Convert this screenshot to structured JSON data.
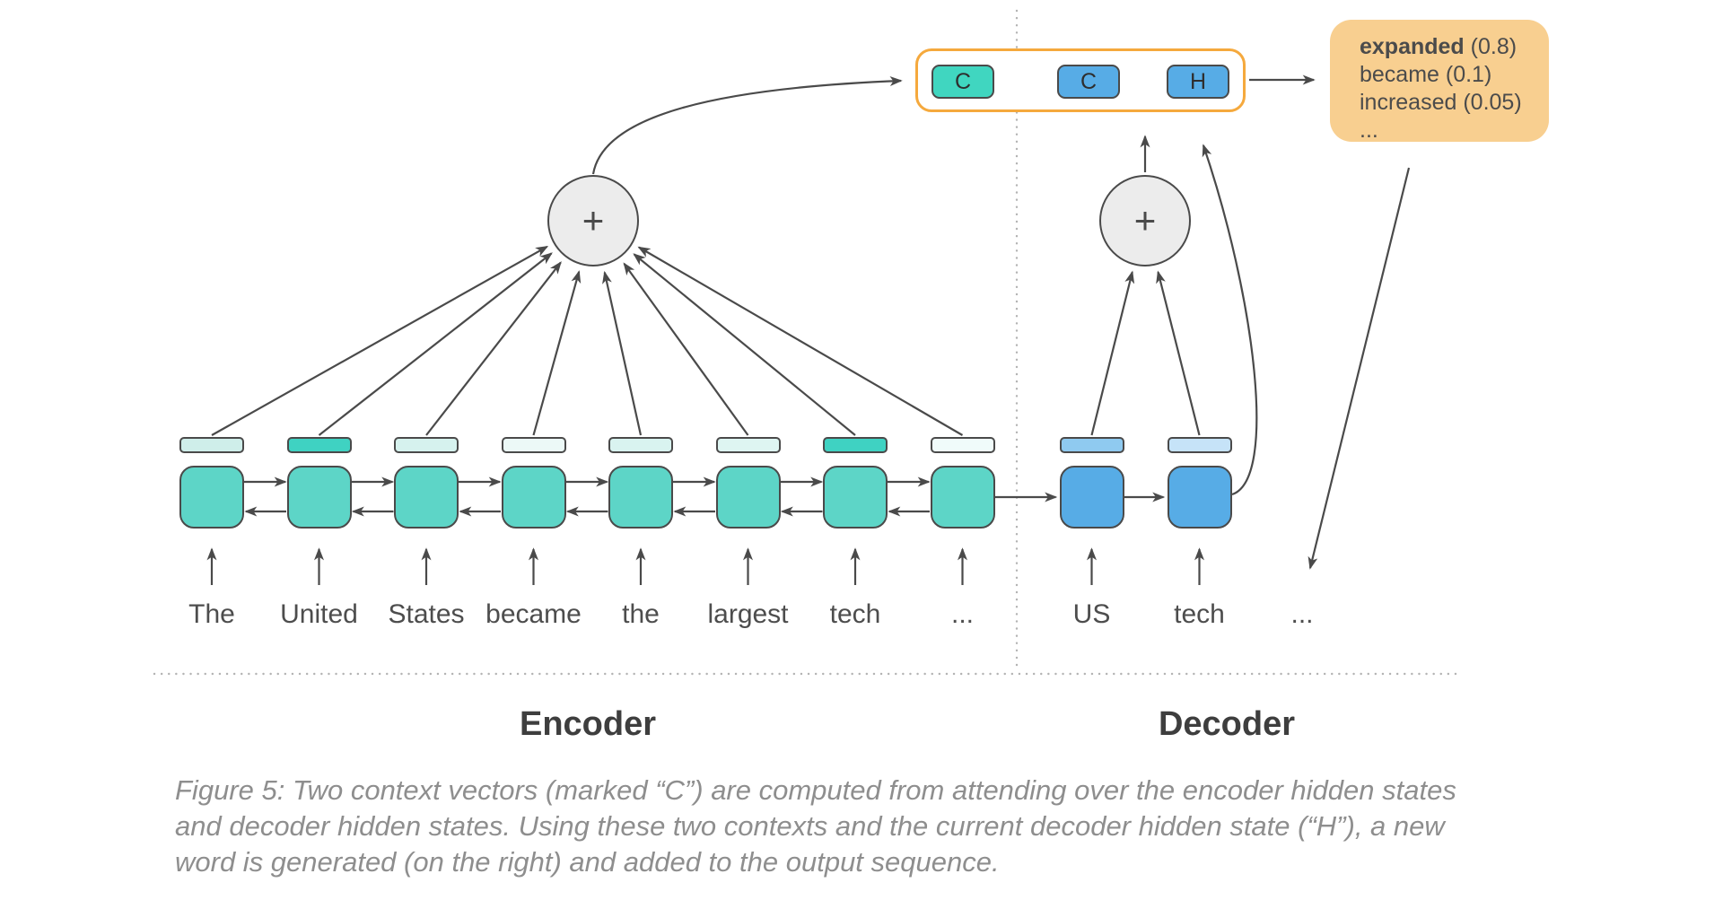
{
  "labels": {
    "encoder": "Encoder",
    "decoder": "Decoder",
    "plus": "+"
  },
  "encoder": {
    "tokens": [
      "The",
      "United",
      "States",
      "became",
      "the",
      "largest",
      "tech",
      "..."
    ],
    "bar_colors": [
      "#cfeeea",
      "#3fd2c2",
      "#d6f2ee",
      "#ecf9f7",
      "#d9f3f0",
      "#def5f2",
      "#3fd2c2",
      "#f0fbfa"
    ],
    "cell_color": "#5dd5c7"
  },
  "decoder": {
    "tokens": [
      "US",
      "tech"
    ],
    "output_token": "...",
    "bar_colors": [
      "#8fcaf0",
      "#c6e3f8"
    ],
    "cell_color": "#57ace6"
  },
  "context_vectors": {
    "boxes": [
      {
        "label": "C",
        "color": "#40d6c0"
      },
      {
        "label": "C",
        "color": "#57ace6"
      },
      {
        "label": "H",
        "color": "#57ace6"
      }
    ]
  },
  "candidates": {
    "top_word": "expanded",
    "top_score": " (0.8)",
    "items": [
      "became (0.1)",
      "increased (0.05)"
    ],
    "more": "..."
  },
  "caption": {
    "lines": [
      "Figure 5: Two context vectors (marked “C”) are computed from attending over the encoder hidden states",
      "and decoder hidden states. Using these two contexts and the current decoder hidden state (“H”), a new",
      "word is generated (on the right) and added to the output sequence."
    ]
  },
  "colors": {
    "line": "#4a4a4a",
    "node_border": "#4a4a4a",
    "circle_fill": "#ececec",
    "container_border": "#f5a93d",
    "candidates_bg": "#f8cf90",
    "dotted_line": "#b3b3b3",
    "word_text": "#4d4d4d",
    "label_text": "#3e3e3e",
    "caption_text": "#8e8e8e"
  }
}
